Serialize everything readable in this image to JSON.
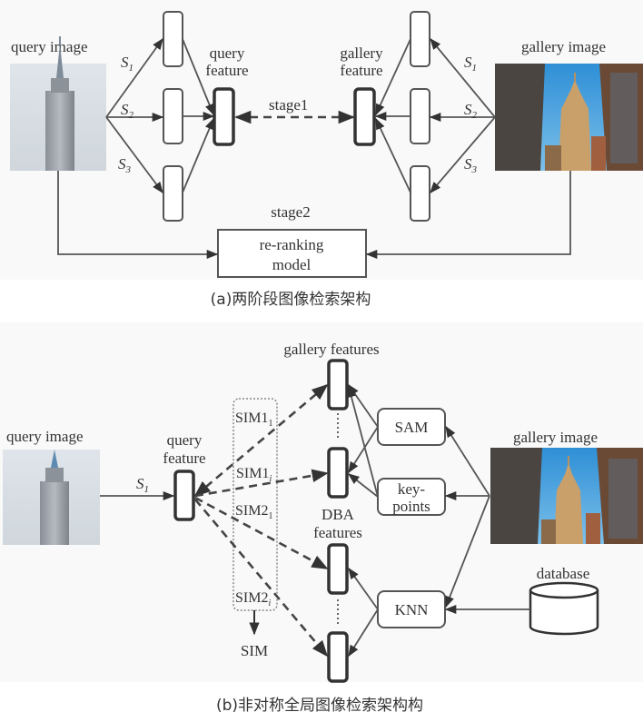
{
  "panel_a": {
    "query_image_label": "query image",
    "gallery_image_label": "gallery image",
    "query_feature_label": [
      "query",
      "feature"
    ],
    "gallery_feature_label": [
      "gallery",
      "feature"
    ],
    "scales_left": [
      "S",
      "S",
      "S"
    ],
    "scale_subs": [
      "1",
      "2",
      "3"
    ],
    "stage1_label": "stage1",
    "stage2_label": "stage2",
    "reranking_label": [
      "re-ranking",
      "model"
    ],
    "caption": "(a)两阶段图像检索架构"
  },
  "panel_b": {
    "query_image_label": "query image",
    "query_feature_label": [
      "query",
      "feature"
    ],
    "scale_label": "S",
    "scale_sub": "1",
    "gallery_features_label": "gallery features",
    "dba_features_label": [
      "DBA",
      "features"
    ],
    "sim_labels": [
      {
        "base": "SIM1",
        "sub": "1"
      },
      {
        "base": "SIM1",
        "sub": "i"
      },
      {
        "base": "SIM2",
        "sub": "1"
      },
      {
        "base": "SIM2",
        "sub": "i"
      }
    ],
    "sim_output": "SIM",
    "sam_label": "SAM",
    "keypoints_label": [
      "key-",
      "points"
    ],
    "knn_label": "KNN",
    "gallery_image_label": "gallery image",
    "database_label": "database",
    "caption": "(b)非对称全局图像检索架构构"
  },
  "colors": {
    "sky": "#3d9ad8",
    "building_gold": "#c9a06a",
    "dark_wall": "#3b3630"
  }
}
